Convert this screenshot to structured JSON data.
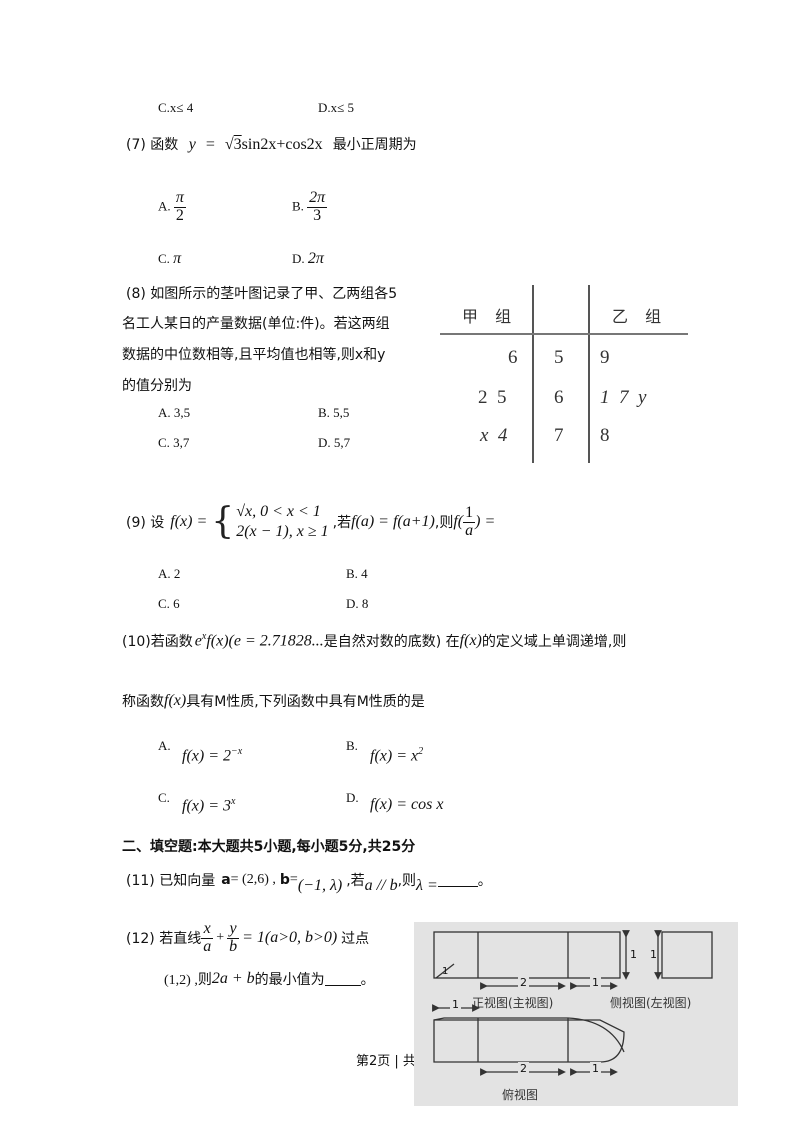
{
  "q6": {
    "optC": "C.x≤ 4",
    "optD": "D.x≤ 5"
  },
  "q7": {
    "prefix": "(7) 函数",
    "suffix": "最小正周期为",
    "formula_y": "y",
    "formula_eq": "=",
    "formula_rad": "3",
    "formula_rest": "sin2x+cos2x",
    "optA": "A.",
    "optA_num": "π",
    "optA_den": "2",
    "optB": "B.",
    "optB_num": "2π",
    "optB_den": "3",
    "optC": "C.",
    "optC_val": "π",
    "optD": "D.",
    "optD_val": "2π"
  },
  "q8": {
    "line1": "(8) 如图所示的茎叶图记录了甲、乙两组各5",
    "line2": "名工人某日的产量数据(单位:件)。若这两组",
    "line3": "数据的中位数相等,且平均值也相等,则x和y",
    "line4": "的值分别为",
    "optA": "A. 3,5",
    "optB": "B. 5,5",
    "optC": "C. 3,7",
    "optD": "D. 5,7",
    "stemleaf": {
      "left_header": "甲 组",
      "right_header": "乙 组",
      "rows": [
        {
          "left": "6",
          "stem": "5",
          "right": "9"
        },
        {
          "left": "2  5",
          "stem": "6",
          "right": "1  7  y"
        },
        {
          "left": "x  4",
          "stem": "7",
          "right": "8"
        }
      ]
    }
  },
  "q9": {
    "prefix": "(9) 设",
    "fx": "f(x) =",
    "case1": "√x, 0 < x < 1",
    "case2": "2(x − 1), x ≥ 1",
    "mid": ",若",
    "cond": "f(a) = f(a+1)",
    "then": ",则",
    "ask_f": "f(",
    "ask_num": "1",
    "ask_den": "a",
    "ask_end": ") =",
    "optA": "A. 2",
    "optB": "B. 4",
    "optC": "C. 6",
    "optD": "D. 8"
  },
  "q10": {
    "prefix": "(10)若函数",
    "expr": "e",
    "expr_sup": "x",
    "expr_rest": "f(x)(e = 2.71828...",
    "mid": "是自然对数的底数) 在",
    "fx": "f(x)",
    "suffix": "的定义域上单调递增,则",
    "line2_prefix": "称函数",
    "line2_fx": "f(x)",
    "line2_suffix": "具有M性质,下列函数中具有M性质的是",
    "optA": "A.",
    "optA_base": "f(x) = 2",
    "optA_sup": "−x",
    "optB": "B.",
    "optB_base": "f(x) = x",
    "optB_sup": "2",
    "optC": "C.",
    "optC_base": "f(x) = 3",
    "optC_sup": "x",
    "optD": "D.",
    "optD_base": "f(x) = cos x"
  },
  "section2": {
    "title": "二、填空题:本大题共5小题,每小题5分,共25分"
  },
  "q11": {
    "prefix": "(11) 已知向量",
    "a_label": "a",
    "a_val": "= (2,6) ,",
    "b_label": "b",
    "b_eq": "=",
    "b_val": "(−1, λ)",
    "mid": ",若",
    "cond": "a // b",
    "then": ",则",
    "lambda": "λ =",
    "end": "。"
  },
  "q12": {
    "prefix": "(12) 若直线",
    "x_num": "x",
    "x_den": "a",
    "plus": "+",
    "y_num": "y",
    "y_den": "b",
    "rest": "= 1(a>0, b>0)",
    "suffix": "过点",
    "line2_point": "(1,2) ,则",
    "line2_expr": "2a + b",
    "line2_suffix": "的最小值为",
    "end": "。"
  },
  "three_view": {
    "front_label": "正视图(主视图)",
    "side_label": "侧视图(左视图)",
    "top_label": "俯视图",
    "dim_2a": "2",
    "dim_1a": "1",
    "dim_1b": "1",
    "dim_1c": "1",
    "dim_1d": "1",
    "dim_1e": "1",
    "dim_2b": "2",
    "dim_1f": "1"
  },
  "footer": {
    "page": "第2页 | 共"
  }
}
